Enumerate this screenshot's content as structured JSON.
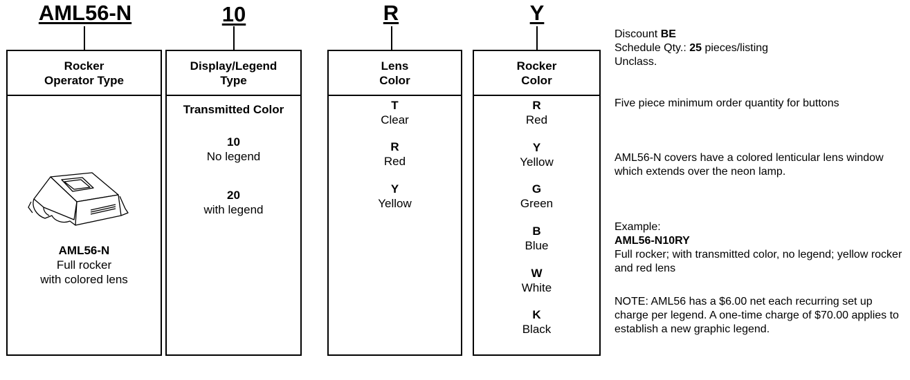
{
  "codes": {
    "type": "AML56-N",
    "display": "10",
    "lens": "R",
    "rocker": "Y"
  },
  "box1": {
    "header_line1": "Rocker",
    "header_line2": "Operator Type",
    "product_code": "AML56-N",
    "desc_line1": "Full rocker",
    "desc_line2": "with colored lens",
    "image_icon": "rocker-switch-illustration"
  },
  "box2": {
    "header_line1": "Display/Legend",
    "header_line2": "Type",
    "subheader": "Transmitted Color",
    "options": [
      {
        "code": "10",
        "label": "No legend"
      },
      {
        "code": "20",
        "label": "with legend"
      }
    ]
  },
  "box3": {
    "header_line1": "Lens",
    "header_line2": "Color",
    "options": [
      {
        "code": "T",
        "label": "Clear"
      },
      {
        "code": "R",
        "label": "Red"
      },
      {
        "code": "Y",
        "label": "Yellow"
      }
    ]
  },
  "box4": {
    "header_line1": "Rocker",
    "header_line2": "Color",
    "options": [
      {
        "code": "R",
        "label": "Red"
      },
      {
        "code": "Y",
        "label": "Yellow"
      },
      {
        "code": "G",
        "label": "Green"
      },
      {
        "code": "B",
        "label": "Blue"
      },
      {
        "code": "W",
        "label": "White"
      },
      {
        "code": "K",
        "label": "Black"
      }
    ]
  },
  "notes": {
    "discount_label": "Discount",
    "discount_value": "BE",
    "schedule_label": "Schedule Qty.:",
    "schedule_value": "25",
    "schedule_suffix": "pieces/listing",
    "unclass": "Unclass.",
    "min_order": "Five piece minimum order quantity for buttons",
    "covers": "AML56-N covers have a colored lenticular lens window which extends over the neon lamp.",
    "example_label": "Example:",
    "example_code": "AML56-N10RY",
    "example_desc": "Full rocker; with transmitted color, no legend; yellow rocker and red lens",
    "note": "NOTE: AML56 has a $6.00 net each recurring set up charge per legend. A one-time charge of $70.00 applies to establish a new graphic legend."
  }
}
